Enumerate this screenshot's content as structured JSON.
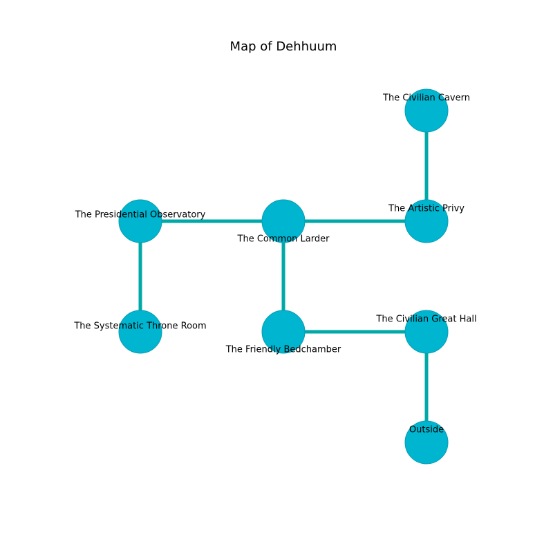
{
  "title": "Map of Dehhuum",
  "colors": {
    "node_fill": "#00b5d0",
    "node_stroke": "#0a9cb0",
    "edge": "#00a8a8",
    "label": "#000000"
  },
  "rooms": [
    {
      "id": "civilian-cavern",
      "name": "The Civilian Cavern",
      "col": 2,
      "row": 0
    },
    {
      "id": "presidential-observatory",
      "name": "The Presidential Observatory",
      "col": 0,
      "row": 1
    },
    {
      "id": "common-larder",
      "name": "The Common Larder",
      "col": 1,
      "row": 1
    },
    {
      "id": "artistic-privy",
      "name": "The Artistic Privy",
      "col": 2,
      "row": 1
    },
    {
      "id": "systematic-throne-room",
      "name": "The Systematic Throne Room",
      "col": 0,
      "row": 2
    },
    {
      "id": "friendly-bedchamber",
      "name": "The Friendly Bedchamber",
      "col": 1,
      "row": 2
    },
    {
      "id": "civilian-great-hall",
      "name": "The Civilian Great Hall",
      "col": 2,
      "row": 2
    },
    {
      "id": "outside",
      "name": "Outside",
      "col": 2,
      "row": 3
    }
  ],
  "connections": [
    [
      "civilian-cavern",
      "artistic-privy"
    ],
    [
      "presidential-observatory",
      "common-larder"
    ],
    [
      "common-larder",
      "artistic-privy"
    ],
    [
      "presidential-observatory",
      "systematic-throne-room"
    ],
    [
      "common-larder",
      "friendly-bedchamber"
    ],
    [
      "friendly-bedchamber",
      "civilian-great-hall"
    ],
    [
      "civilian-great-hall",
      "outside"
    ]
  ]
}
